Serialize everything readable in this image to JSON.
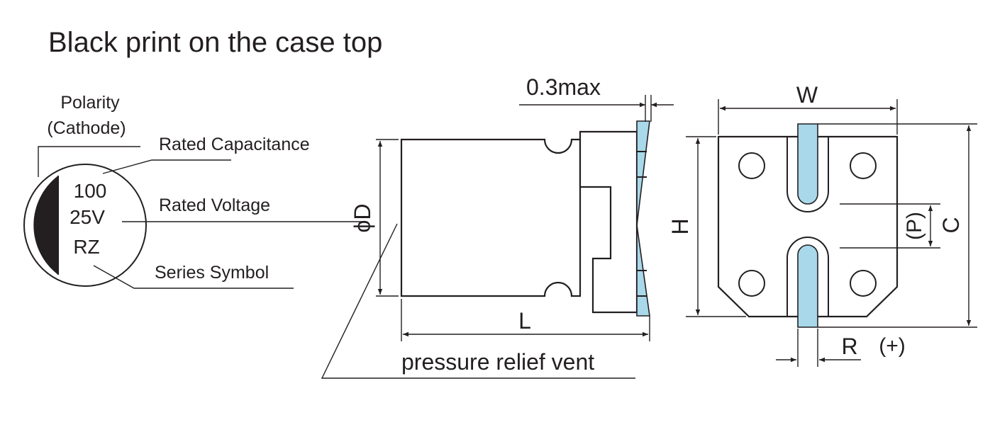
{
  "title": "Black print on the case top",
  "marking": {
    "polarity_line1": "Polarity",
    "polarity_line2": "(Cathode)",
    "rated_capacitance": "Rated Capacitance",
    "rated_voltage": "Rated Voltage",
    "series_symbol": "Series Symbol",
    "print_capacitance": "100",
    "print_voltage": "25V",
    "print_series": "RZ"
  },
  "side_view": {
    "dim_top": "0.3max",
    "dim_diameter": "ϕD",
    "dim_length": "L",
    "vent_label": "pressure relief vent"
  },
  "bottom_view": {
    "dim_width": "W",
    "dim_height": "H",
    "dim_pitch": "(P)",
    "dim_c": "C",
    "dim_r": "R",
    "polarity_plus": "(+)"
  },
  "colors": {
    "ink": "#231f20",
    "terminal": "#a8d8ea"
  }
}
